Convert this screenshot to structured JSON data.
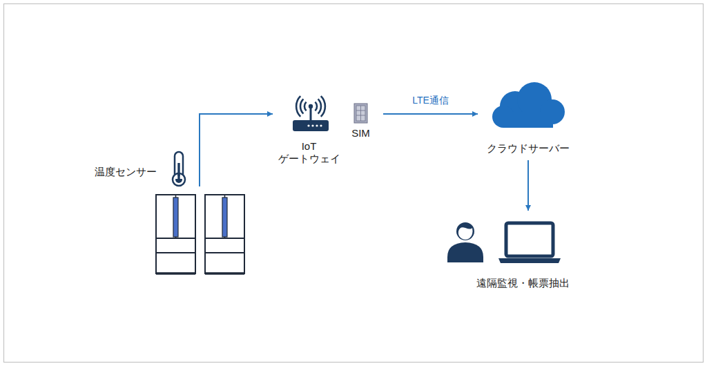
{
  "diagram": {
    "nodes": [
      {
        "text": [
          "温度センサー"
        ]
      },
      {
        "text": [
          "IoT ゲートウェイ"
        ]
      },
      {
        "text": [
          "SIM"
        ]
      },
      {
        "text": [
          "クラウドサーバー"
        ]
      },
      {
        "text": [
          "遠隔監視・帳票抽出"
        ]
      }
    ],
    "edges": [
      {
        "from": 0,
        "to": 1,
        "arrow": "to"
      },
      {
        "from": 2,
        "to": 3,
        "label": "LTE通信",
        "arrow": "to"
      },
      {
        "from": 3,
        "to": 4,
        "arrow": "to"
      }
    ]
  }
}
